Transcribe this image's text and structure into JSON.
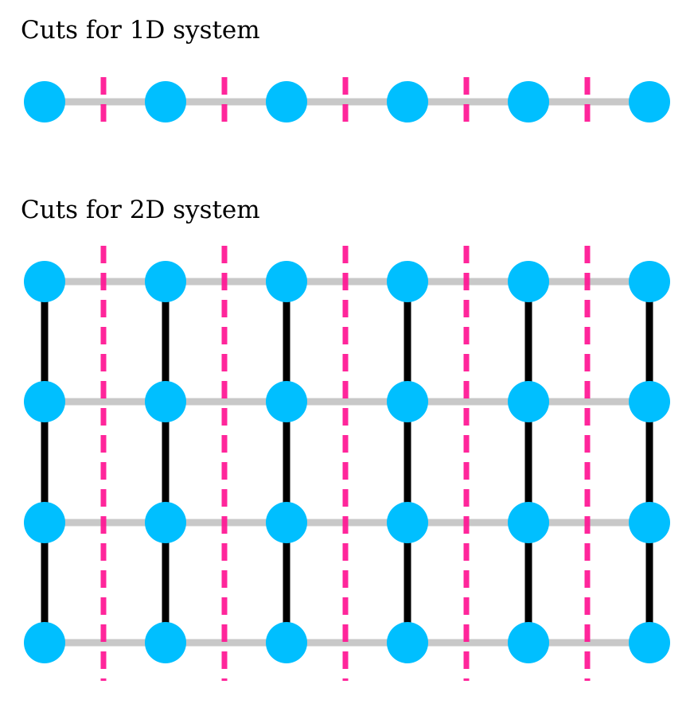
{
  "panel_1d": {
    "title": "Cuts for 1D system",
    "columns": 6,
    "rows": 1,
    "cuts": 5
  },
  "panel_2d": {
    "title": "Cuts for 2D system",
    "columns": 6,
    "rows": 4,
    "cuts": 5
  },
  "colors": {
    "node": "#00BFFF",
    "horizontal_bond": "#C8C8C8",
    "vertical_bond": "#000000",
    "cut": "#FF1493"
  }
}
